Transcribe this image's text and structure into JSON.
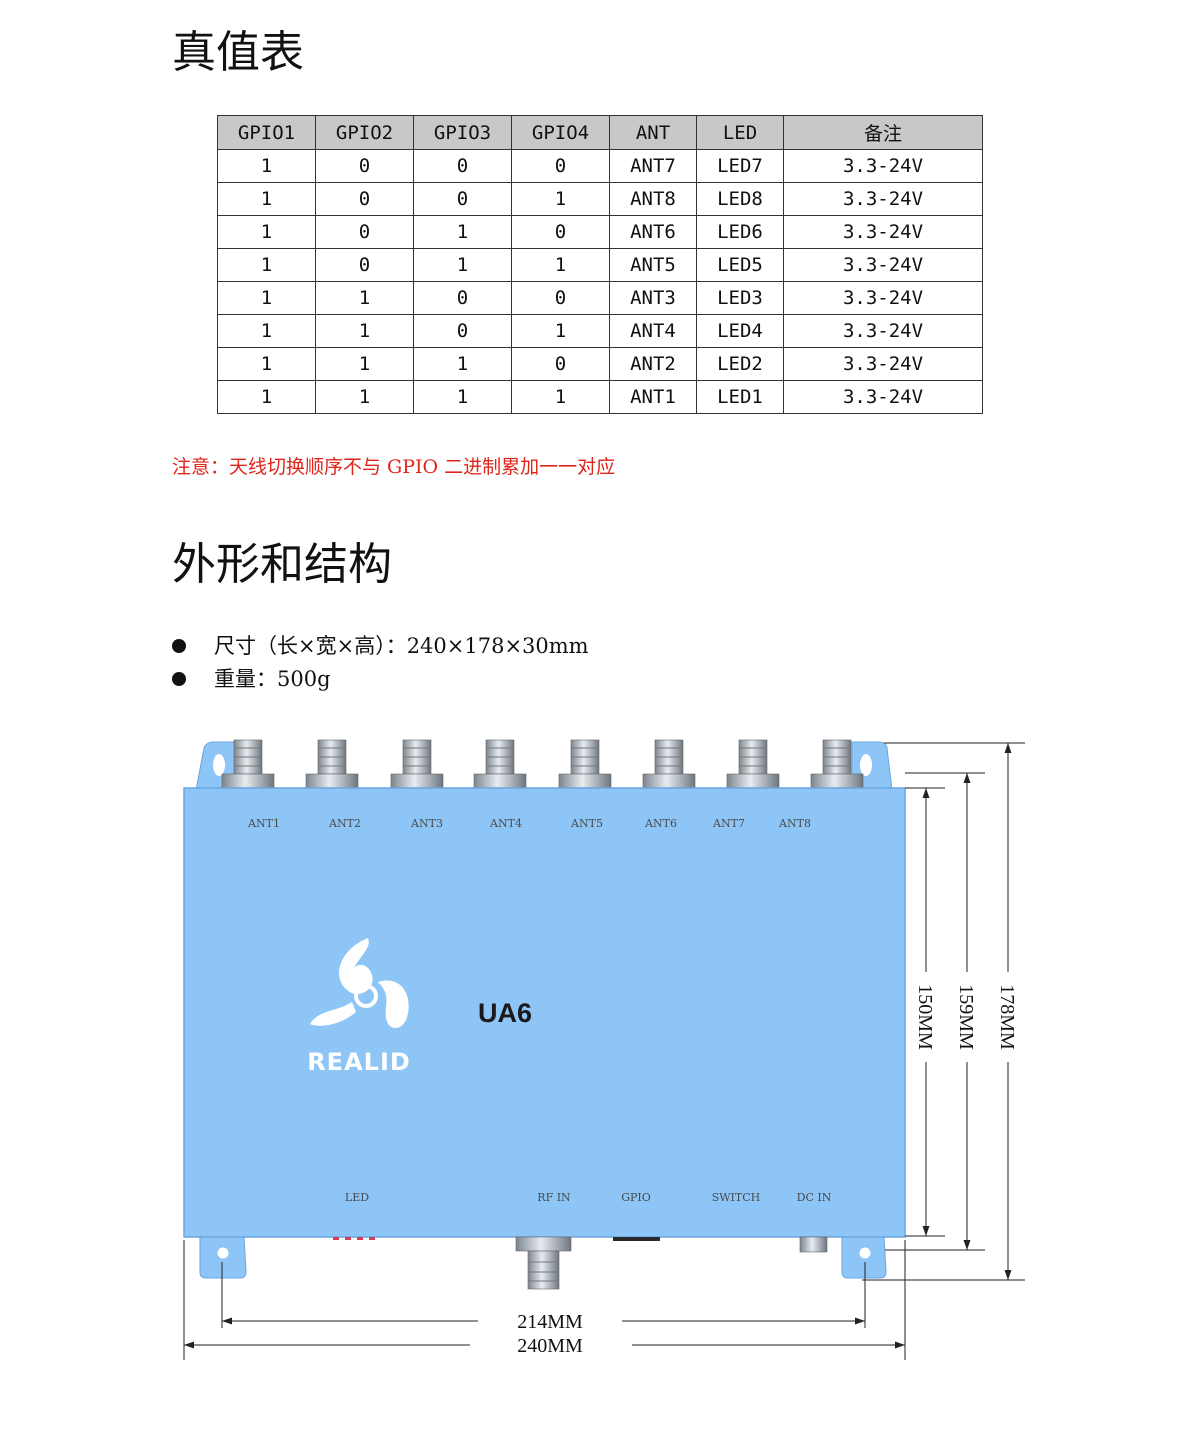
{
  "truth_table": {
    "title": "真值表",
    "headers": [
      "GPIO1",
      "GPIO2",
      "GPIO3",
      "GPIO4",
      "ANT",
      "LED",
      "备注"
    ],
    "rows": [
      [
        "1",
        "0",
        "0",
        "0",
        "ANT7",
        "LED7",
        "3.3-24V"
      ],
      [
        "1",
        "0",
        "0",
        "1",
        "ANT8",
        "LED8",
        "3.3-24V"
      ],
      [
        "1",
        "0",
        "1",
        "0",
        "ANT6",
        "LED6",
        "3.3-24V"
      ],
      [
        "1",
        "0",
        "1",
        "1",
        "ANT5",
        "LED5",
        "3.3-24V"
      ],
      [
        "1",
        "1",
        "0",
        "0",
        "ANT3",
        "LED3",
        "3.3-24V"
      ],
      [
        "1",
        "1",
        "0",
        "1",
        "ANT4",
        "LED4",
        "3.3-24V"
      ],
      [
        "1",
        "1",
        "1",
        "0",
        "ANT2",
        "LED2",
        "3.3-24V"
      ],
      [
        "1",
        "1",
        "1",
        "1",
        "ANT1",
        "LED1",
        "3.3-24V"
      ]
    ],
    "note": "注意：天线切换顺序不与 GPIO 二进制累加一一对应"
  },
  "appearance": {
    "title": "外形和结构",
    "specs": [
      "尺寸（长×宽×高）：240×178×30mm",
      "重量：500g"
    ]
  },
  "device": {
    "model": "UA6",
    "brand": "REALID",
    "top_ports": [
      "ANT1",
      "ANT2",
      "ANT3",
      "ANT4",
      "ANT5",
      "ANT6",
      "ANT7",
      "ANT8"
    ],
    "bottom_ports": [
      "LED",
      "RF IN",
      "GPIO",
      "SWITCH",
      "DC IN"
    ],
    "dimensions": {
      "width_inner": "214MM",
      "width_outer": "240MM",
      "height_body": "150MM",
      "height_mid": "159MM",
      "height_total": "178MM"
    },
    "colors": {
      "body": "#8ec5f7",
      "body_edge": "#6aa6dd",
      "connector": "#9aa3ad"
    }
  }
}
